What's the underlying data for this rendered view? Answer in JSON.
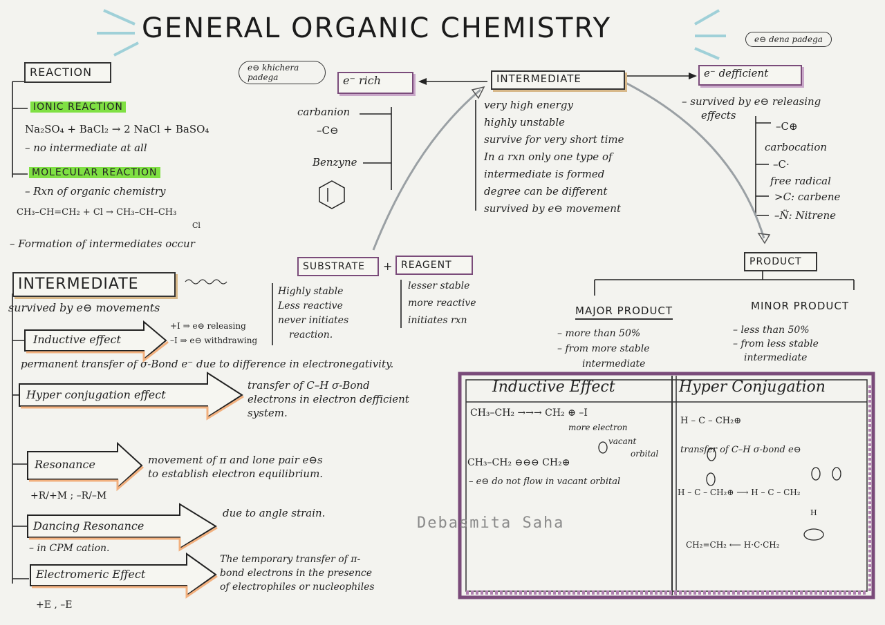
{
  "title": "GENERAL ORGANIC CHEMISTRY",
  "watermark": "Debasmita Saha",
  "top_cloud_left": "e⊖ khichera padega",
  "top_cloud_right": "e⊖ dena padega",
  "e_rich": "e⁻ rich",
  "intermediate_center": "INTERMEDIATE",
  "e_deficient": "e⁻ defficient",
  "reaction": {
    "heading": "REACTION",
    "ionic": "IONIC REACTION",
    "ionic_eq": "Na₂SO₄ + BaCl₂ → 2 NaCl + BaSO₄",
    "ionic_note": "– no intermediate at all",
    "molecular": "MOLECULAR REACTION",
    "mol_note1": "– Rxn of organic chemistry",
    "mol_eq": "CH₃–CH=CH₂ + Cl → CH₃–CH–CH₃",
    "mol_eq_sub": "Cl",
    "mol_note2": "– Formation of intermediates occur"
  },
  "erich": {
    "carbanion": "carbanion",
    "c_minus": "–C⊖",
    "benzyne": "Benzyne"
  },
  "center_list": [
    "very high energy",
    "highly unstable",
    "survive for very short time",
    "In a rxn only one type of",
    "intermediate is formed",
    "degree can be different",
    "survived by e⊖ movement"
  ],
  "edef": {
    "note1": "– survived by e⊖ releasing",
    "note2": "effects",
    "c_plus": "–C⊕",
    "carbocation": "carbocation",
    "c_dot": "–C·",
    "free_radical": "free radical",
    "carbene": ">C: carbene",
    "nitrene": "–N̈: Nitrene"
  },
  "substrate": "SUBSTRATE",
  "plus": "+",
  "reagent": "REAGENT",
  "substrate_props": [
    "Highly stable",
    "Less reactive",
    "never initiates",
    "reaction."
  ],
  "reagent_props": [
    "lesser stable",
    "more reactive",
    "initiates rxn"
  ],
  "product": {
    "label": "PRODUCT",
    "major": "MAJOR PRODUCT",
    "major_notes": [
      "– more than 50%",
      "– from more stable",
      "intermediate"
    ],
    "minor": "MINOR PRODUCT",
    "minor_notes": [
      "– less than 50%",
      "– from less stable",
      "intermediate"
    ]
  },
  "intermediate_section": {
    "heading": "INTERMEDIATE",
    "subtitle": "survived by e⊖ movements",
    "effects": [
      {
        "name": "Inductive effect",
        "note": "+I ⇒ e⊖ releasing",
        "note2": "–I ⇒ e⊖ withdrawing",
        "desc": "permanent transfer of σ-Bond e⁻ due to difference in electronegativity."
      },
      {
        "name": "Hyper conjugation effect",
        "desc1": "transfer of C–H σ-Bond",
        "desc2": "electrons in electron defficient",
        "desc3": "system."
      },
      {
        "name": "Resonance",
        "desc1": "movement of π and lone pair e⊖s",
        "desc2": "to establish electron equilibrium.",
        "sub": "+R/+M ; –R/–M"
      },
      {
        "name": "Dancing Resonance",
        "desc1": "due to angle strain.",
        "sub": "– in CPM cation."
      },
      {
        "name": "Electromeric Effect",
        "desc1": "The temporary transfer of π-",
        "desc2": "bond electrons in the presence",
        "desc3": "of electrophiles or nucleophiles",
        "sub": "+E , –E"
      }
    ]
  },
  "table": {
    "col1": "Inductive Effect",
    "col2": "Hyper Conjugation",
    "ind_eq1": "CH₃–CH₂ →→→ CH₂ ⊕ –I",
    "ind_note1": "more electron",
    "ind_note2": "vacant",
    "ind_note3": "orbital",
    "ind_eq2": "CH₃–CH₂ ⊖⊖⊖ CH₂⊕",
    "ind_note4": "– e⊖ do not flow in vacant orbital",
    "hyp_eq1": "H – C – CH₂⊕",
    "hyp_note": "transfer of C–H σ-bond e⊖",
    "hyp_eq2": "H – C – CH₂⊕ ⟶ H – C – CH₂",
    "hyp_eq3": "CH₂=CH₂ ⟵ H·C·CH₂",
    "hyp_h": "H"
  }
}
